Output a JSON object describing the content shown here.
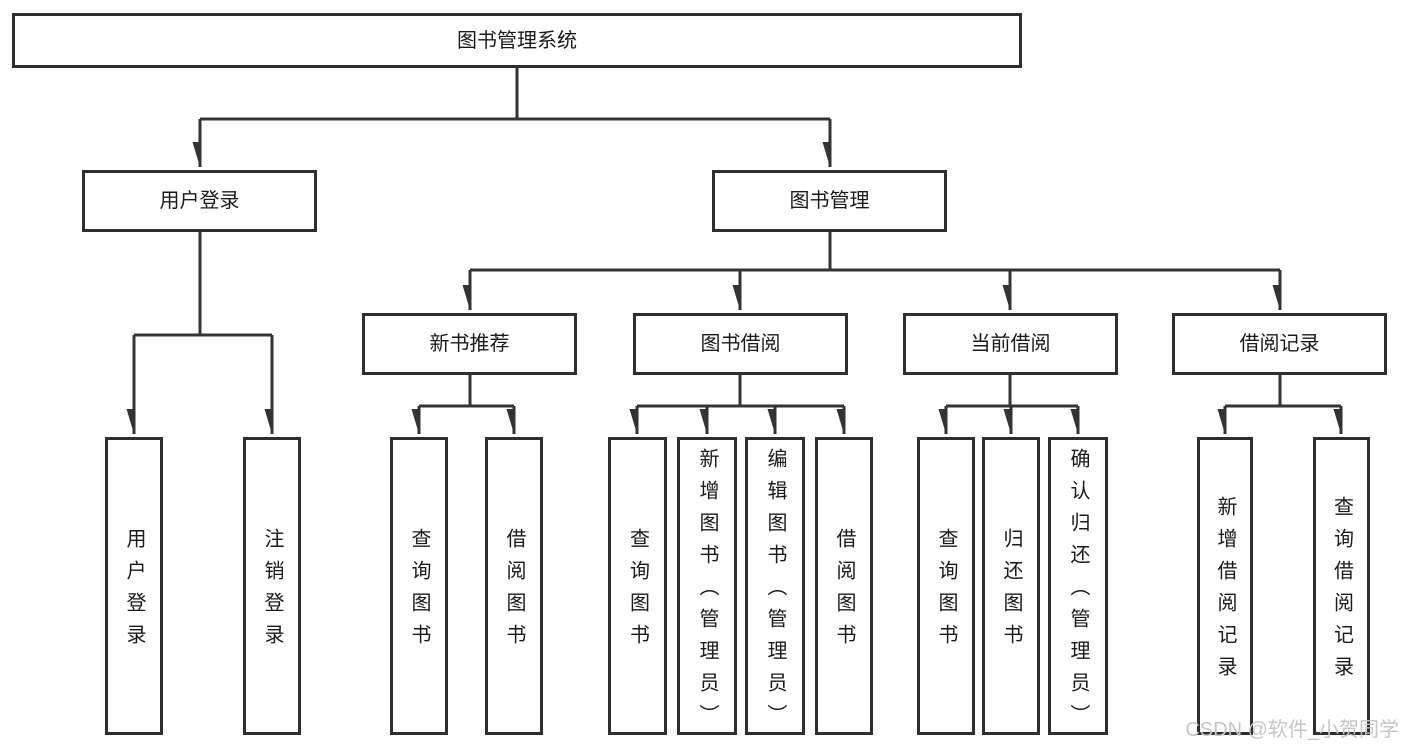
{
  "tree": {
    "label": "图书管理系统",
    "children": [
      {
        "label": "用户登录",
        "children": [
          {
            "label": "用户登录"
          },
          {
            "label": "注销登录"
          }
        ]
      },
      {
        "label": "图书管理",
        "children": [
          {
            "label": "新书推荐",
            "children": [
              {
                "label": "查询图书"
              },
              {
                "label": "借阅图书"
              }
            ]
          },
          {
            "label": "图书借阅",
            "children": [
              {
                "label": "查询图书"
              },
              {
                "label": "新增图书（管理员）"
              },
              {
                "label": "编辑图书（管理员）"
              },
              {
                "label": "借阅图书"
              }
            ]
          },
          {
            "label": "当前借阅",
            "children": [
              {
                "label": "查询图书"
              },
              {
                "label": "归还图书"
              },
              {
                "label": "确认归还（管理员）"
              }
            ]
          },
          {
            "label": "借阅记录",
            "children": [
              {
                "label": "新增借阅记录"
              },
              {
                "label": "查询借阅记录"
              }
            ]
          }
        ]
      }
    ]
  },
  "watermark": "CSDN @软件_小贺同学",
  "colors": {
    "line": "#333333",
    "box_border": "#2e2e2e",
    "text": "#1a1a1a",
    "watermark": "#c6c6c8",
    "background": "#ffffff"
  }
}
